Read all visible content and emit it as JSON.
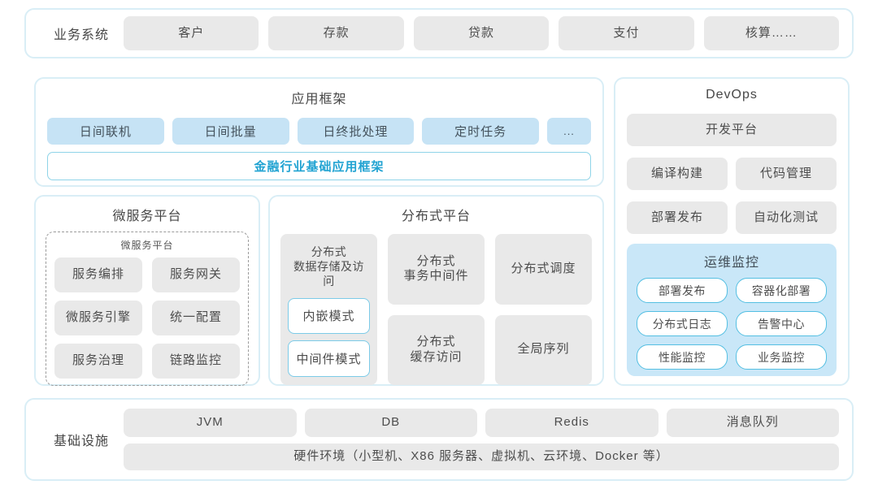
{
  "business": {
    "label": "业务系统",
    "items": [
      "客户",
      "存款",
      "贷款",
      "支付",
      "核算……"
    ]
  },
  "app_framework": {
    "title": "应用框架",
    "items": [
      "日间联机",
      "日间批量",
      "日终批处理",
      "定时任务",
      "..."
    ],
    "base_bar": "金融行业基础应用框架"
  },
  "microservice": {
    "title": "微服务平台",
    "inner_title": "微服务平台",
    "items": [
      "服务编排",
      "服务网关",
      "微服务引擎",
      "统一配置",
      "服务治理",
      "链路监控"
    ]
  },
  "distributed": {
    "title": "分布式平台",
    "storage": {
      "line1": "分布式",
      "line2": "数据存储及访问",
      "modes": [
        "内嵌模式",
        "中间件模式"
      ]
    },
    "cells": [
      {
        "line1": "分布式",
        "line2": "事务中间件"
      },
      {
        "line1": "分布式调度",
        "line2": ""
      },
      {
        "line1": "分布式",
        "line2": "缓存访问"
      },
      {
        "line1": "全局序列",
        "line2": ""
      }
    ]
  },
  "devops": {
    "title": "DevOps",
    "dev_platform": "开发平台",
    "items": [
      "编译构建",
      "代码管理",
      "部署发布",
      "自动化测试"
    ],
    "ops_monitor": {
      "title": "运维监控",
      "items": [
        "部署发布",
        "容器化部署",
        "分布式日志",
        "告警中心",
        "性能监控",
        "业务监控"
      ]
    }
  },
  "infrastructure": {
    "label": "基础设施",
    "items": [
      "JVM",
      "DB",
      "Redis",
      "消息队列"
    ],
    "hardware": "硬件环境（小型机、X86 服务器、虚拟机、云环境、Docker 等）"
  },
  "colors": {
    "panel_border": "#d9eef6",
    "button_gray": "#e9e9e9",
    "button_blue": "#c6e3f5",
    "accent_blue": "#21a3d2",
    "ops_panel_bg": "#c9e7f8",
    "ops_button_border": "#54bfe2",
    "mode_button_border": "#7ccbe8",
    "text": "#4d4d4d"
  }
}
